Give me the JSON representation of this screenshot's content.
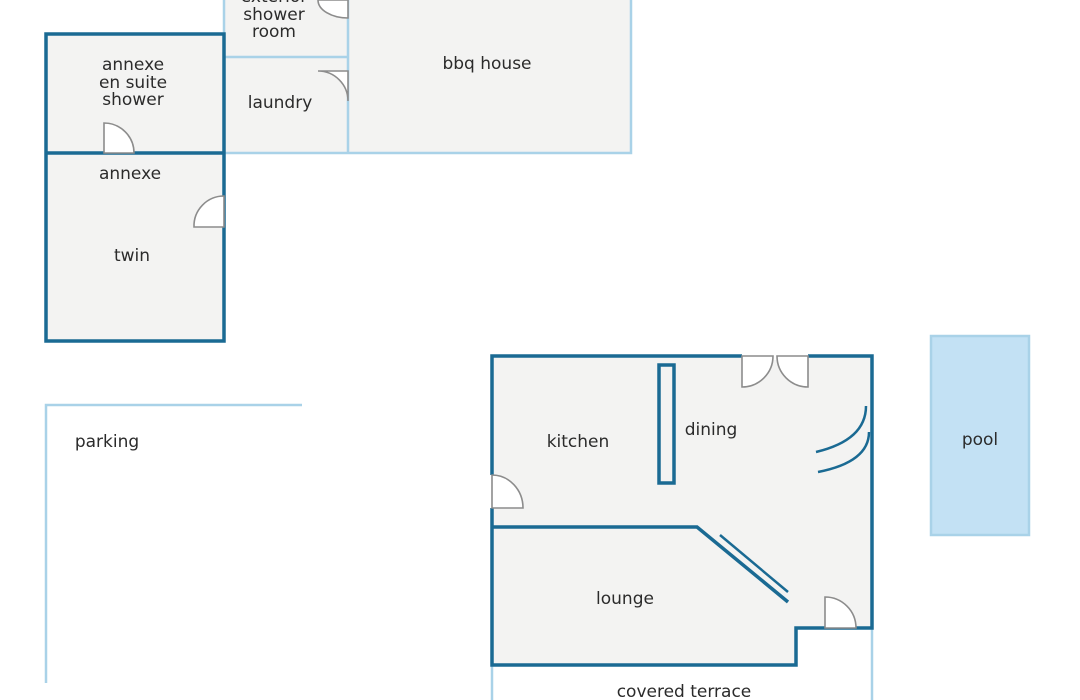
{
  "rooms": {
    "exterior_shower": [
      "exterior",
      "shower",
      "room"
    ],
    "bbq_house": "bbq house",
    "laundry": "laundry",
    "annexe_shower": [
      "annexe",
      "en suite",
      "shower"
    ],
    "annexe": "annexe",
    "twin": "twin",
    "parking": "parking",
    "kitchen": "kitchen",
    "dining": "dining",
    "lounge": "lounge",
    "pool": "pool",
    "covered_terrace": "covered terrace"
  },
  "colors": {
    "wall_dark": "#1a6a93",
    "wall_light": "#a9d2e8",
    "room_fill": "#f3f3f2",
    "pool_fill": "#c3e1f4",
    "door": "#8c8c8c"
  }
}
